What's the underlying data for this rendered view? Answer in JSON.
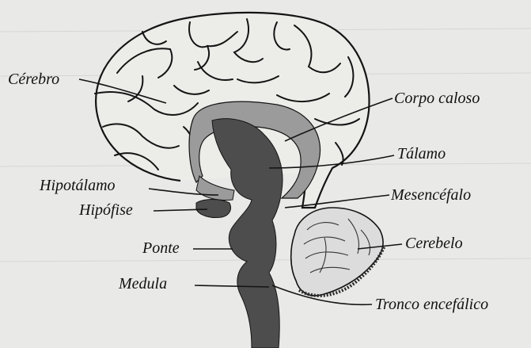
{
  "labels": {
    "cerebro": "Cérebro",
    "corpo_caloso": "Corpo caloso",
    "talamo": "Tálamo",
    "hipotalamo": "Hipotálamo",
    "hipofise": "Hipófise",
    "mesencefalo": "Mesencéfalo",
    "ponte": "Ponte",
    "cerebelo": "Cerebelo",
    "medula": "Medula",
    "tronco_encefalico": "Tronco encefálico"
  },
  "colors": {
    "paper": "#e9e9e7",
    "outline": "#141414",
    "dark_structures": "#4d4d4d",
    "light_structures": "#9b9b9b",
    "cerebellum": "#dcdcdc"
  }
}
